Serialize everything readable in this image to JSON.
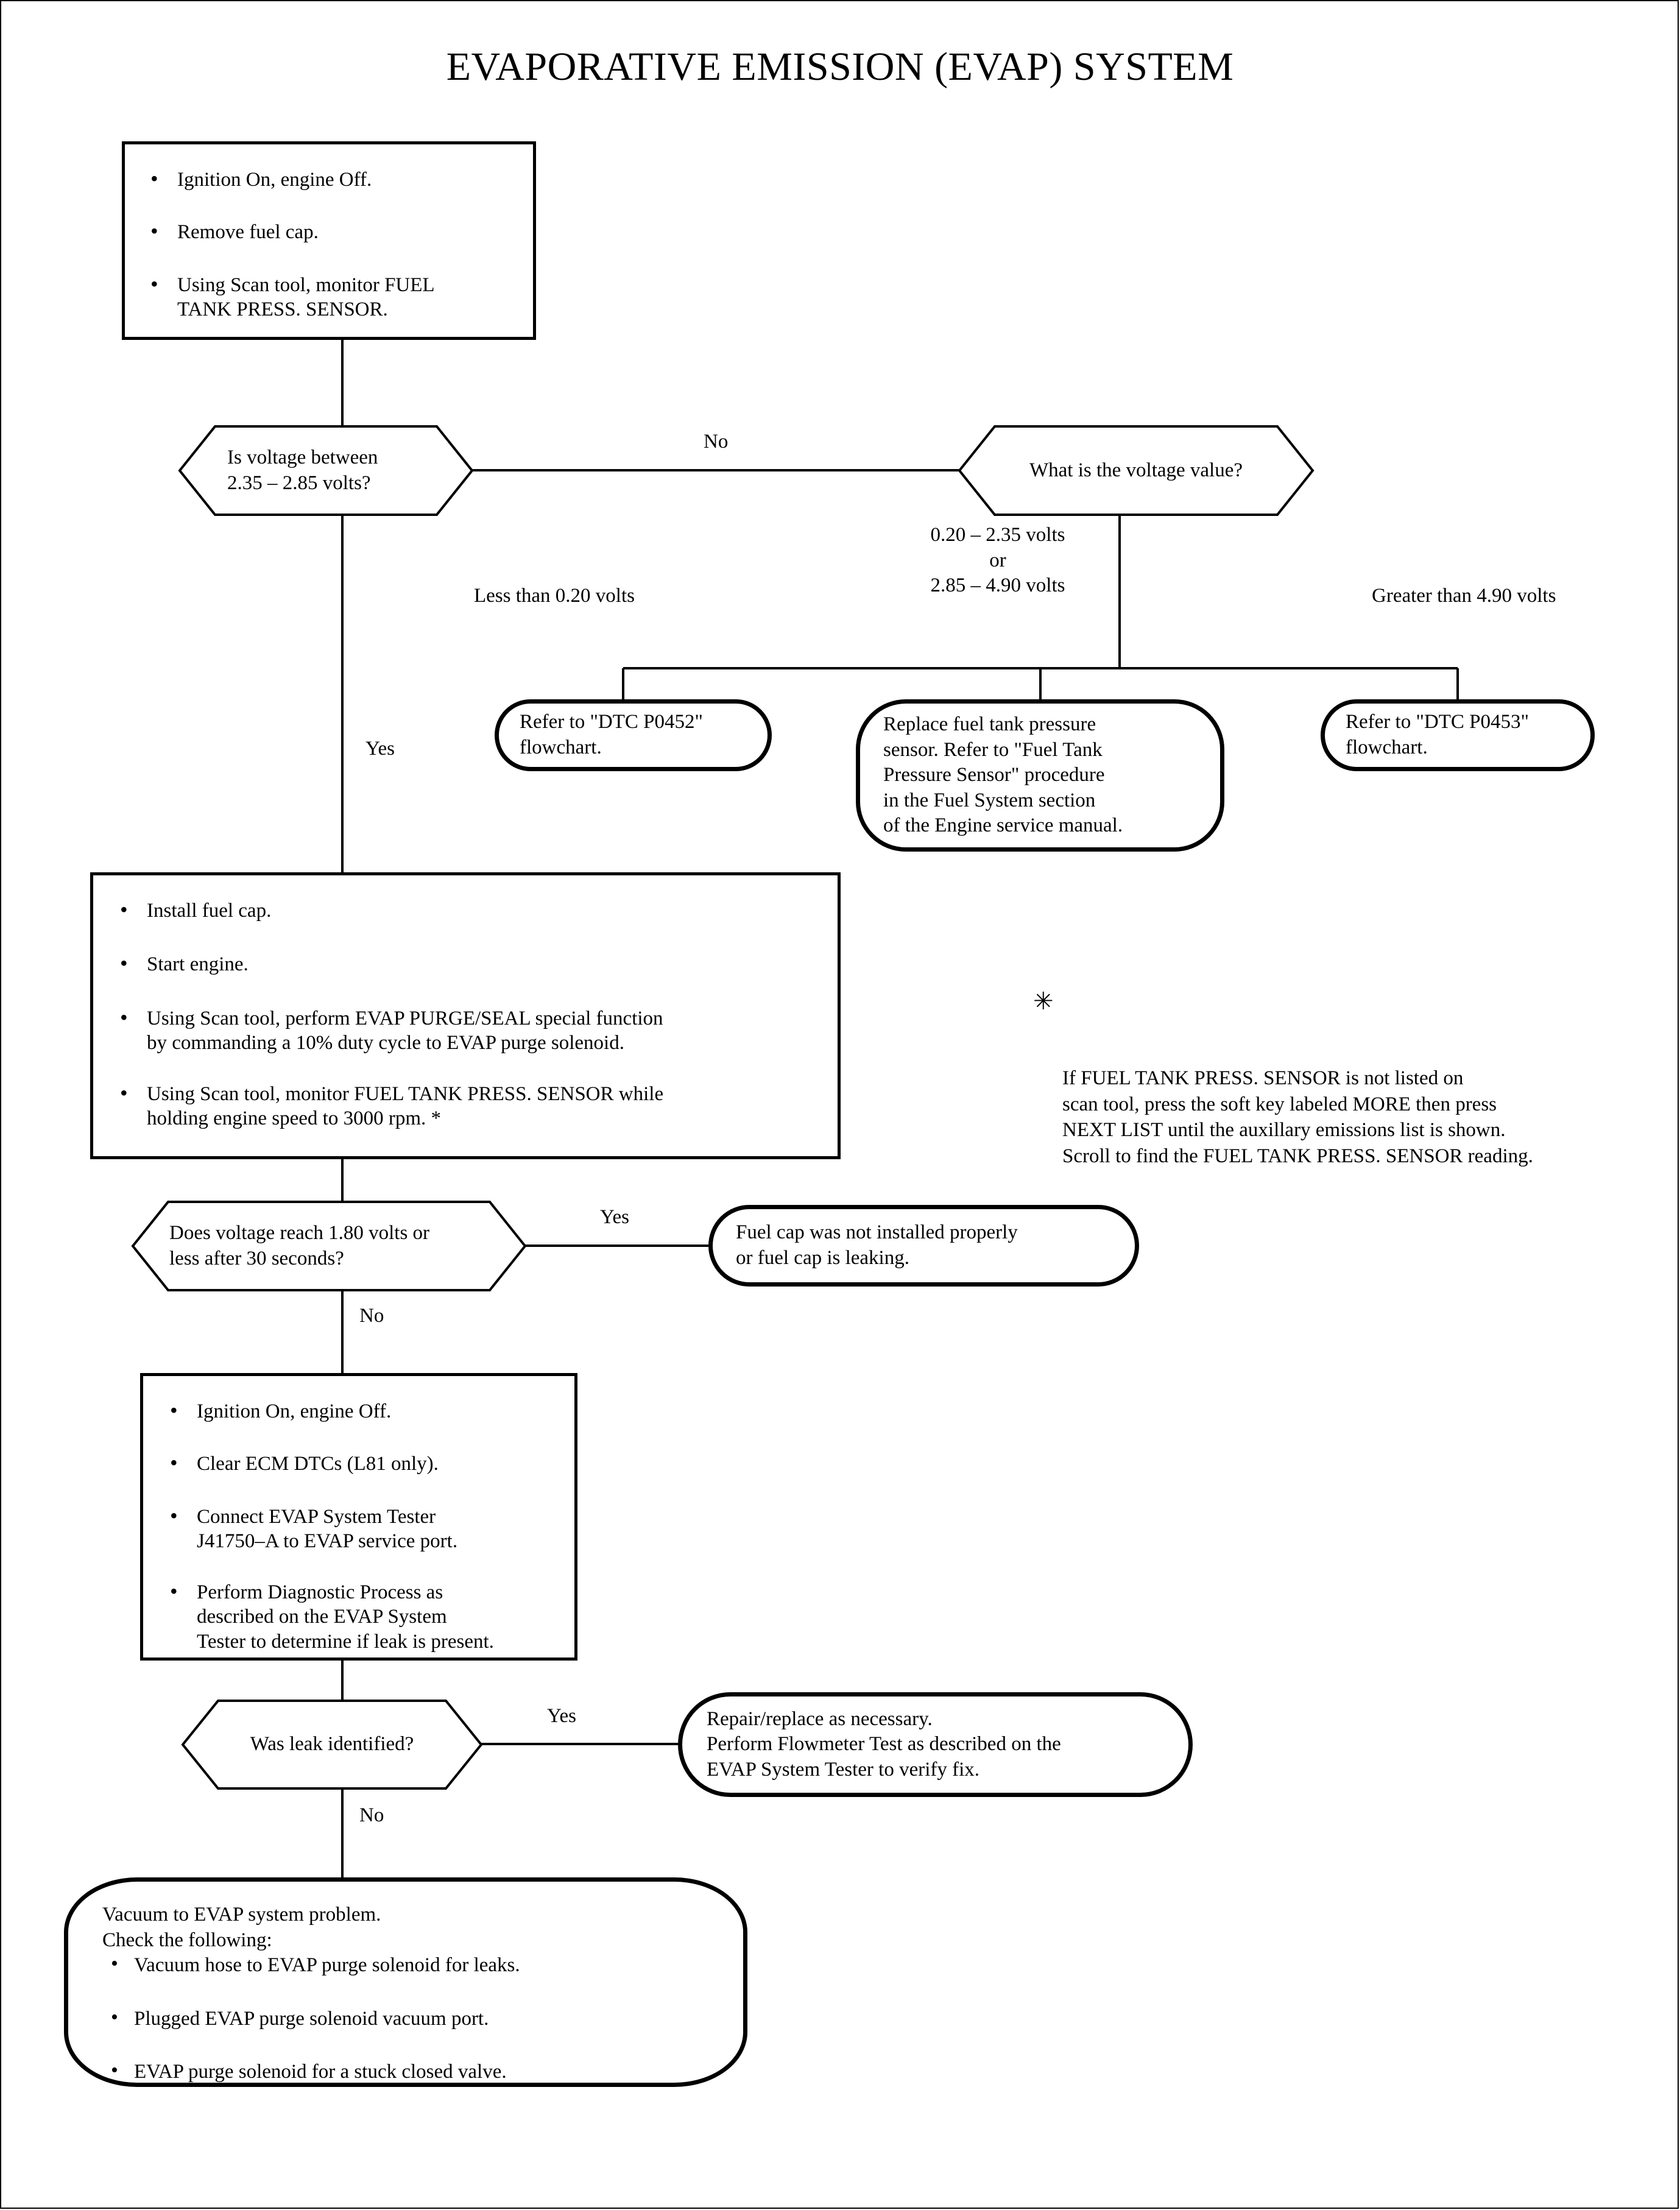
{
  "document": {
    "title": "EVAPORATIVE EMISSION (EVAP) SYSTEM"
  },
  "steps": {
    "step1": {
      "bullets": [
        "Ignition On, engine Off.",
        "Remove fuel cap.",
        "Using Scan tool, monitor FUEL\nTANK PRESS. SENSOR."
      ]
    },
    "step2": {
      "bullets": [
        "Install fuel cap.",
        "Start engine.",
        "Using Scan tool, perform EVAP PURGE/SEAL special function\nby commanding a 10% duty cycle to EVAP purge solenoid.",
        "Using Scan tool, monitor FUEL TANK PRESS. SENSOR while\nholding engine speed to 3000 rpm. *"
      ]
    },
    "step3": {
      "bullets": [
        "Ignition On, engine Off.",
        "Clear ECM DTCs (L81 only).",
        "Connect EVAP System Tester\nJ41750–A to EVAP service port.",
        "Perform Diagnostic Process as\ndescribed on the EVAP System\nTester to determine if leak is present."
      ]
    }
  },
  "decisions": {
    "voltage_range": "Is voltage between\n2.35 – 2.85 volts?",
    "voltage_value": "What is the voltage value?",
    "voltage_drop": "Does voltage reach 1.80 volts or\nless after 30 seconds?",
    "leak": "Was leak identified?"
  },
  "edge_labels": {
    "no_top": "No",
    "yes_left": "Yes",
    "less_than": "Less than 0.20 volts",
    "mid_range": "0.20 – 2.35 volts\nor\n2.85 – 4.90 volts",
    "greater_than": "Greater than 4.90 volts",
    "yes_fuelcap": "Yes",
    "no_fuelcap": "No",
    "yes_leak": "Yes",
    "no_leak": "No"
  },
  "outcomes": {
    "p0452": "Refer to \"DTC P0452\"\nflowchart.",
    "replace_sensor": "Replace fuel tank pressure\nsensor. Refer to \"Fuel Tank\nPressure Sensor\" procedure\nin the Fuel System section\nof the Engine service manual.",
    "p0453": "Refer to \"DTC P0453\"\nflowchart.",
    "fuel_cap": "Fuel cap was not installed properly\nor fuel cap is leaking.",
    "repair": "Repair/replace as necessary.\nPerform Flowmeter Test as described on the\nEVAP System Tester to verify fix.",
    "vacuum": {
      "heading": "Vacuum to EVAP system problem.\nCheck the following:",
      "bullets": [
        "Vacuum hose to EVAP purge solenoid for leaks.",
        "Plugged EVAP purge solenoid vacuum port.",
        "EVAP purge solenoid for a stuck closed valve."
      ]
    }
  },
  "footnote": {
    "symbol": "✳",
    "text": "If FUEL TANK PRESS. SENSOR is not listed on\nscan tool, press the soft key labeled MORE then press\nNEXT LIST until the auxillary emissions list is shown.\nScroll to find the FUEL TANK PRESS. SENSOR reading."
  },
  "colors": {
    "ink": "#000000",
    "paper": "#ffffff"
  }
}
